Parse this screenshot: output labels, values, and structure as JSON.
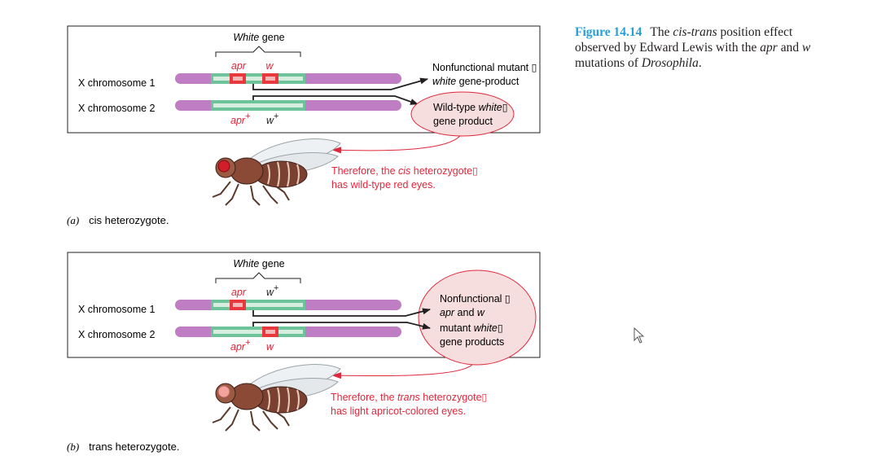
{
  "caption": {
    "figure_number": "Figure 14.14",
    "text_1": "The ",
    "text_italic": "cis-trans",
    "text_2": " position effect observed by Edward Lewis with the ",
    "apr": "apr",
    "text_3": " and ",
    "w": "w",
    "text_4": " mutations of ",
    "genus": "Drosophila",
    "text_5": "."
  },
  "colors": {
    "chromosome": "#bf7dc3",
    "gene_region": "#6fc39b",
    "gene_inner": "#d6eedf",
    "mutation": "#e8383d",
    "label_red": "#e0283c",
    "ellipse_fill": "#f6dede",
    "ellipse_stroke": "#e0283c",
    "caption_blue": "#2a9fd6"
  },
  "panel_a": {
    "gene_label_italic": "White",
    "gene_label_rest": " gene",
    "chrom1_label": "X chromosome 1",
    "chrom2_label": "X chromosome 2",
    "chrom1_mut_apr": "apr",
    "chrom1_mut_w": "w",
    "chrom2_apr": "apr",
    "chrom2_w": "w",
    "plus": "+",
    "product_top_1": "Nonfunctional mutant ▯",
    "product_top_2_italic": "white",
    "product_top_2_rest": " gene-product",
    "product_bottom_1a": "Wild-type ",
    "product_bottom_1_italic": "white",
    "product_bottom_1b": "▯",
    "product_bottom_2": "gene product",
    "result_1a": "Therefore, the ",
    "result_1_italic": "cis",
    "result_1b": " heterozygote▯",
    "result_2": "has wild-type red eyes.",
    "label_letter": "(a)",
    "label_text": "cis heterozygote."
  },
  "panel_b": {
    "gene_label_italic": "White",
    "gene_label_rest": " gene",
    "chrom1_label": "X chromosome 1",
    "chrom2_label": "X chromosome 2",
    "chrom1_apr": "apr",
    "chrom1_w": "w",
    "chrom2_apr": "apr",
    "chrom2_w": "w",
    "plus": "+",
    "products_1": "Nonfunctional ▯",
    "products_2a_italic": "apr",
    "products_2b": " and ",
    "products_2c_italic": "w",
    "products_3a": "mutant ",
    "products_3_italic": "white",
    "products_3b": "▯",
    "products_4": "gene products",
    "result_1a": "Therefore, the ",
    "result_1_italic": "trans",
    "result_1b": " heterozygote▯",
    "result_2": "has light apricot-colored eyes.",
    "label_letter": "(b)",
    "label_text": "trans heterozygote."
  }
}
